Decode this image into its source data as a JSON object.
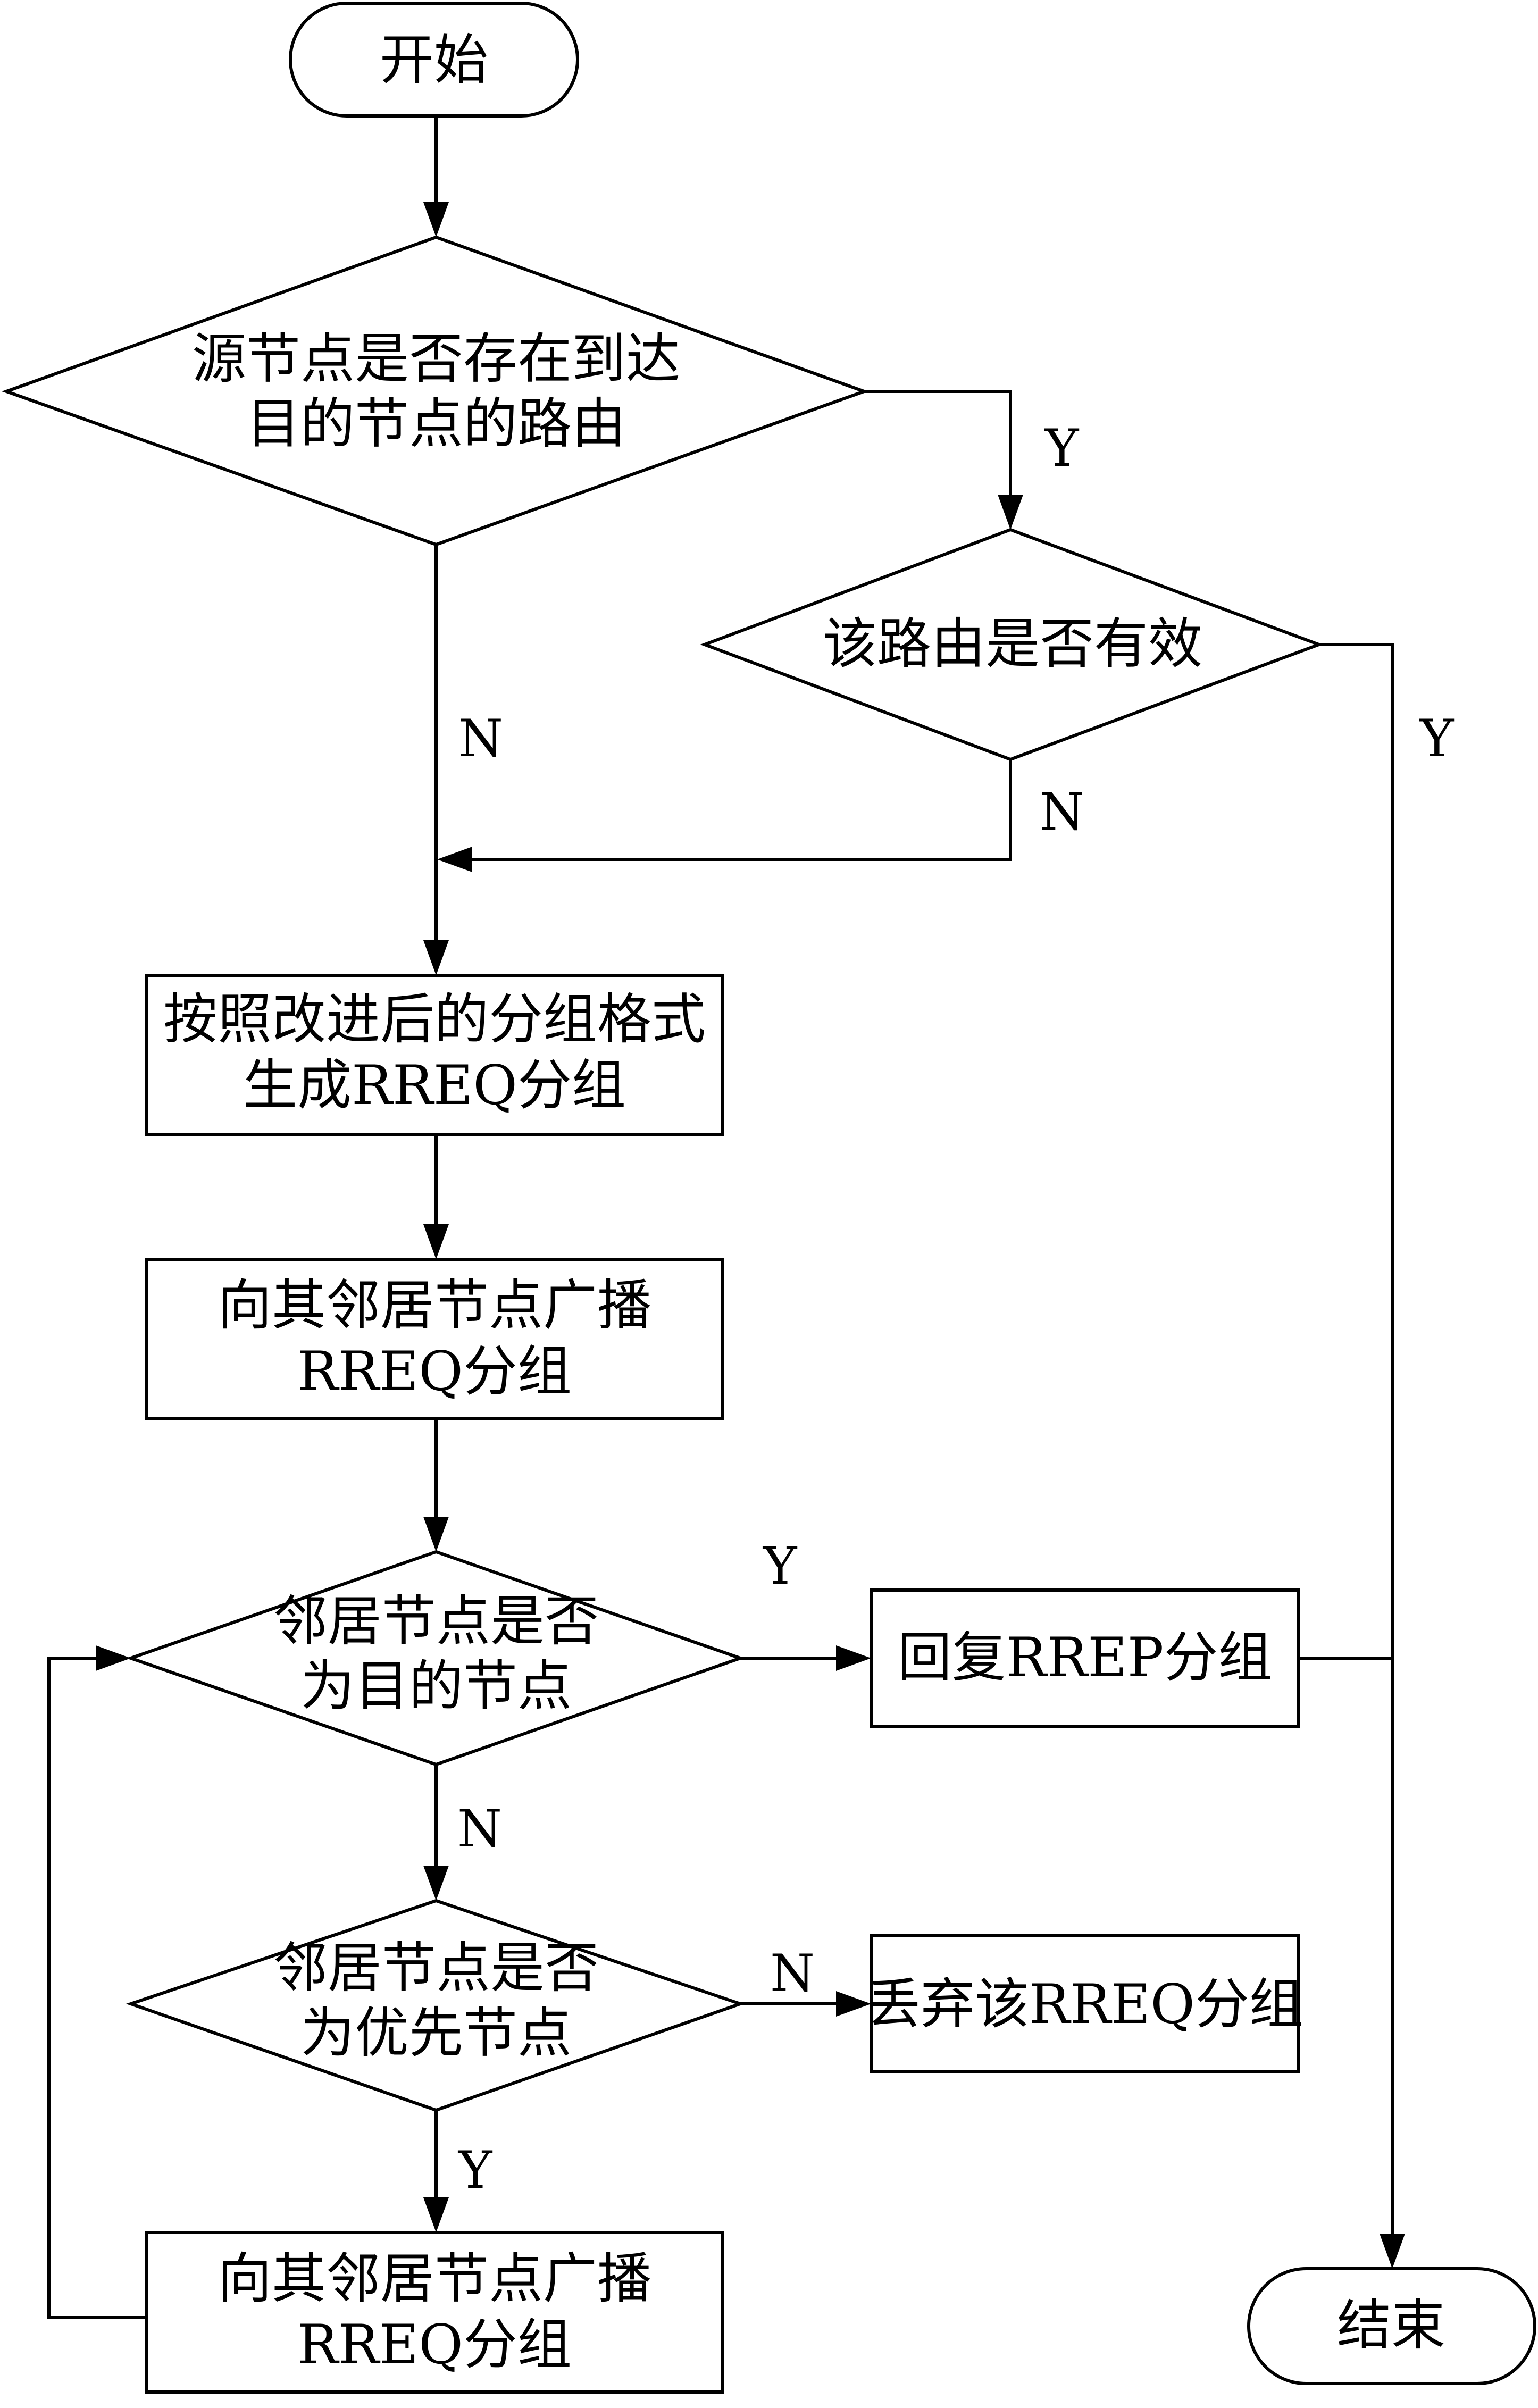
{
  "nodes": {
    "start": [
      "开始"
    ],
    "route_exists": [
      "源节点是否存在到达",
      "目的节点的路由"
    ],
    "route_valid": [
      "该路由是否有效"
    ],
    "gen_rreq": [
      "按照改进后的分组格式",
      "生成RREQ分组"
    ],
    "broadcast_1": [
      "向其邻居节点广播",
      "RREQ分组"
    ],
    "is_destination": [
      "邻居节点是否",
      "为目的节点"
    ],
    "reply_rrep": [
      "回复RREP分组"
    ],
    "is_priority": [
      "邻居节点是否",
      "为优先节点"
    ],
    "discard": [
      "丢弃该RREQ分组"
    ],
    "broadcast_2": [
      "向其邻居节点广播",
      "RREQ分组"
    ],
    "end": [
      "结束"
    ]
  },
  "edge_labels": {
    "route_exists_yes": "Y",
    "route_exists_no": "N",
    "route_valid_yes": "Y",
    "route_valid_no": "N",
    "is_destination_yes": "Y",
    "is_destination_no": "N",
    "is_priority_no": "N",
    "is_priority_yes": "Y"
  }
}
